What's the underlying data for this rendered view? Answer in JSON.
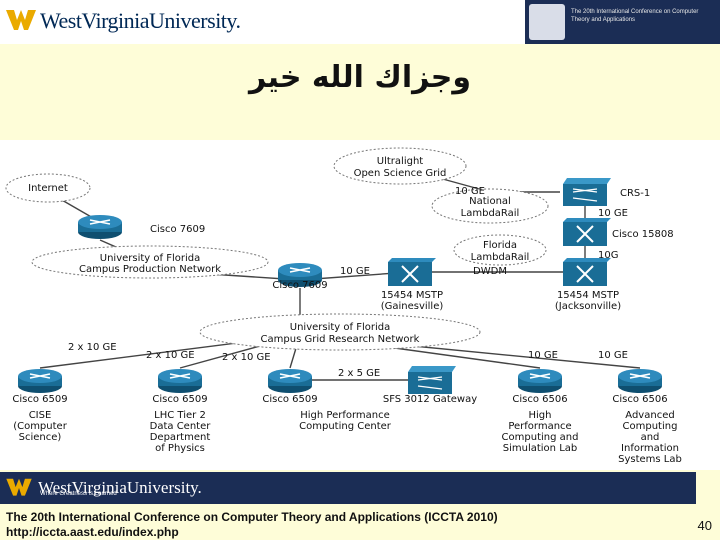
{
  "header": {
    "brand": "WestVirginiaUniversity.",
    "conference_badge": "",
    "conference_text": "The 20th International Conference on Computer Theory and Applications"
  },
  "slide": {
    "arabic_title": "وجزاك الله خير"
  },
  "diagram": {
    "clouds": {
      "internet": "Internet",
      "ultralight_1": "Ultralight",
      "ultralight_2": "Open Science Grid",
      "nlr_1": "National",
      "nlr_2": "LambdaRail",
      "ufcpn_1": "University of Florida",
      "ufcpn_2": "Campus Production Network",
      "flr_1": "Florida",
      "flr_2": "LambdaRail",
      "ufcgrn_1": "University of Florida",
      "ufcgrn_2": "Campus Grid Research Network"
    },
    "devices": {
      "cisco7609_top": "Cisco 7609",
      "crs1": "CRS-1",
      "cisco15808": "Cisco 15808",
      "cisco7609_mid": "Cisco 7609",
      "mstp_gainesville_1": "15454 MSTP",
      "mstp_gainesville_2": "(Gainesville)",
      "mstp_jacksonville_1": "15454 MSTP",
      "mstp_jacksonville_2": "(Jacksonville)",
      "dwdm": "DWDM"
    },
    "links": {
      "ge10_nlr": "10 GE",
      "ge10_crs": "10 GE",
      "g10": "10G",
      "ge10_mstp": "10 GE",
      "cise_link": "2 x 10 GE",
      "lhc_link": "2 x 10 GE",
      "hpc_link": "2 x 10 GE",
      "gw_link": "2 x 5 GE",
      "hcs_link": "10 GE",
      "acis_link": "10 GE"
    },
    "bottom_switches": [
      "Cisco 6509",
      "Cisco 6509",
      "Cisco 6509",
      "SFS 3012 Gateway",
      "Cisco 6506",
      "Cisco 6506"
    ],
    "sites": {
      "cise": [
        "CISE",
        "(Computer",
        "Science)"
      ],
      "lhc": [
        "LHC Tier 2",
        "Data Center",
        "Department",
        "of Physics"
      ],
      "hpc": [
        "High Performance",
        "Computing Center"
      ],
      "hcs": [
        "High",
        "Performance",
        "Computing and",
        "Simulation Lab"
      ],
      "acis": [
        "Advanced",
        "Computing",
        "and",
        "Information",
        "Systems Lab"
      ]
    }
  },
  "footer": {
    "brand": "WestVirginiaUniversity.",
    "tagline": "Where Greatness is Learned",
    "conference_line1": "The 20th International Conference on Computer Theory and Applications (ICCTA 2010)",
    "conference_line2": "http://iccta.aast.edu/index.php",
    "page_number": "40"
  },
  "colors": {
    "slide_background": "#fefdd8",
    "wvu_blue": "#002855",
    "wvu_gold": "#eaaa00",
    "banner_navy": "#1b2d55",
    "router_blue": "#1a6d96"
  }
}
